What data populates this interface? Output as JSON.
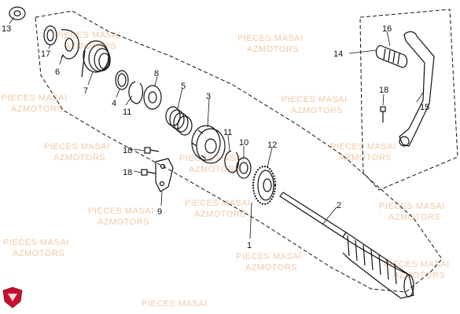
{
  "watermark": {
    "line1": "PIECES MASAI",
    "line2": "AZMOTORS"
  },
  "callouts": [
    {
      "id": "c1",
      "label": "1"
    },
    {
      "id": "c2",
      "label": "2"
    },
    {
      "id": "c3",
      "label": "3"
    },
    {
      "id": "c4",
      "label": "4"
    },
    {
      "id": "c5",
      "label": "5"
    },
    {
      "id": "c6",
      "label": "6"
    },
    {
      "id": "c7",
      "label": "7"
    },
    {
      "id": "c8",
      "label": "8"
    },
    {
      "id": "c9",
      "label": "9"
    },
    {
      "id": "c10",
      "label": "10"
    },
    {
      "id": "c11a",
      "label": "11"
    },
    {
      "id": "c11b",
      "label": "11"
    },
    {
      "id": "c12",
      "label": "12"
    },
    {
      "id": "c13",
      "label": "13"
    },
    {
      "id": "c14",
      "label": "14"
    },
    {
      "id": "c15",
      "label": "15"
    },
    {
      "id": "c16",
      "label": "16"
    },
    {
      "id": "c17",
      "label": "17"
    },
    {
      "id": "c18a",
      "label": "18"
    },
    {
      "id": "c18b",
      "label": "18"
    },
    {
      "id": "c18c",
      "label": "18"
    }
  ],
  "colors": {
    "line": "#111111",
    "watermark": "#f2c9a6",
    "logo": "#c8102e"
  },
  "icons": {
    "logo": "brand-shield-icon"
  }
}
